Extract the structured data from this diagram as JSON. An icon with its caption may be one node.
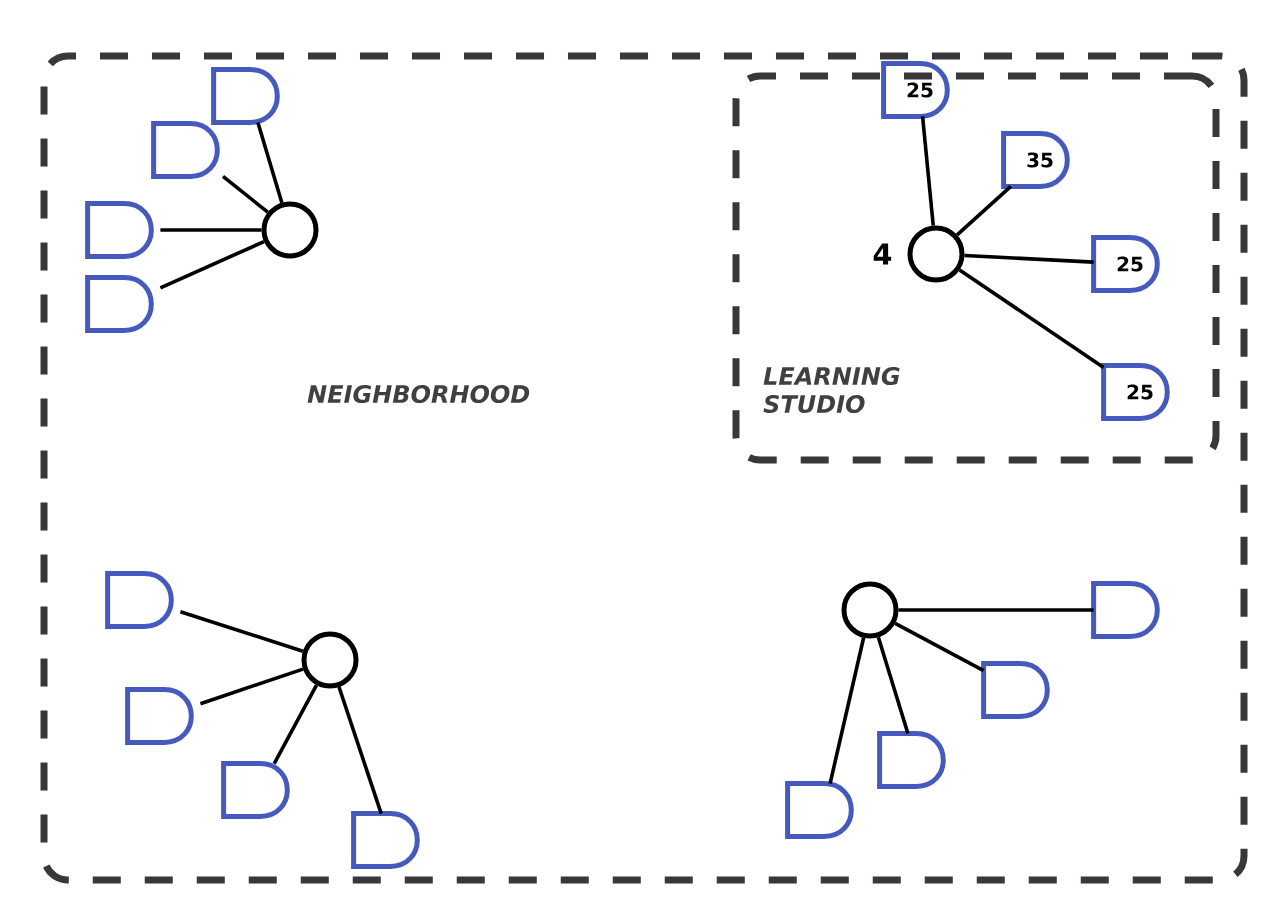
{
  "diagram": {
    "nodes": [
      {
        "text": [
          "NEIGHBORHOOD"
        ]
      },
      {
        "text": [
          "LEARNING STUDIO"
        ],
        "in": 0
      },
      {
        "text": [],
        "shape": "circle",
        "in": 0
      },
      {
        "text": [],
        "shape": "semicircle",
        "in": 0
      },
      {
        "text": [],
        "shape": "semicircle",
        "in": 0
      },
      {
        "text": [],
        "shape": "semicircle",
        "in": 0
      },
      {
        "text": [],
        "shape": "semicircle",
        "in": 0
      },
      {
        "text": [],
        "shape": "circle",
        "beside": [
          "4"
        ],
        "in": 1
      },
      {
        "text": [
          "25"
        ],
        "in": 1
      },
      {
        "text": [
          "35"
        ],
        "in": 1
      },
      {
        "text": [
          "25"
        ],
        "in": 1
      },
      {
        "text": [
          "25"
        ],
        "in": 1
      },
      {
        "text": [],
        "shape": "circle",
        "in": 0
      },
      {
        "text": [],
        "shape": "semicircle",
        "in": 0
      },
      {
        "text": [],
        "shape": "semicircle",
        "in": 0
      },
      {
        "text": [],
        "shape": "semicircle",
        "in": 0
      },
      {
        "text": [],
        "shape": "semicircle",
        "in": 0
      },
      {
        "text": [],
        "shape": "circle",
        "in": 0
      },
      {
        "text": [],
        "shape": "semicircle",
        "in": 0
      },
      {
        "text": [],
        "shape": "semicircle",
        "in": 0
      },
      {
        "text": [],
        "shape": "semicircle",
        "in": 0
      },
      {
        "text": [],
        "shape": "semicircle",
        "in": 0
      }
    ],
    "edges": [
      {
        "from": 2,
        "to": 3,
        "arrow": "none"
      },
      {
        "from": 2,
        "to": 4,
        "arrow": "none"
      },
      {
        "from": 2,
        "to": 5,
        "arrow": "none"
      },
      {
        "from": 2,
        "to": 6,
        "arrow": "none"
      },
      {
        "from": 7,
        "to": 8,
        "arrow": "none"
      },
      {
        "from": 7,
        "to": 9,
        "arrow": "none"
      },
      {
        "from": 7,
        "to": 10,
        "arrow": "none"
      },
      {
        "from": 7,
        "to": 11,
        "arrow": "none"
      },
      {
        "from": 12,
        "to": 13,
        "arrow": "none"
      },
      {
        "from": 12,
        "to": 14,
        "arrow": "none"
      },
      {
        "from": 12,
        "to": 15,
        "arrow": "none"
      },
      {
        "from": 12,
        "to": 16,
        "arrow": "none"
      },
      {
        "from": 17,
        "to": 18,
        "arrow": "none"
      },
      {
        "from": 17,
        "to": 19,
        "arrow": "none"
      },
      {
        "from": 17,
        "to": 20,
        "arrow": "none"
      },
      {
        "from": 17,
        "to": 21,
        "arrow": "none"
      }
    ]
  }
}
